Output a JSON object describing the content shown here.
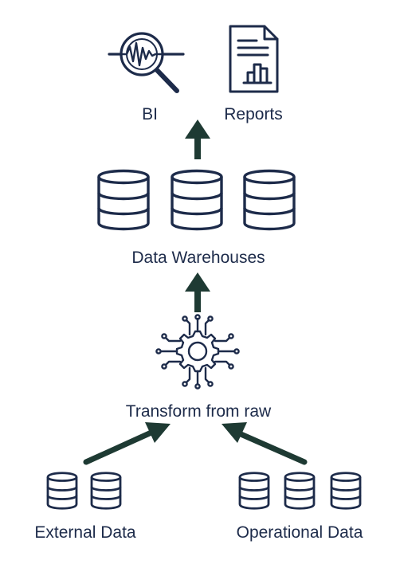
{
  "labels": {
    "bi": "BI",
    "reports": "Reports",
    "warehouses": "Data Warehouses",
    "transform": "Transform from raw",
    "external": "External Data",
    "operational": "Operational Data"
  },
  "colors": {
    "icon": "#1d2b4a",
    "arrow": "#1e3a33",
    "text": "#1d2b4a"
  },
  "icons": {
    "bi": "magnifier-waveform-icon",
    "reports": "report-document-icon",
    "warehouse": "database-icon",
    "transform": "circuit-gear-icon"
  }
}
